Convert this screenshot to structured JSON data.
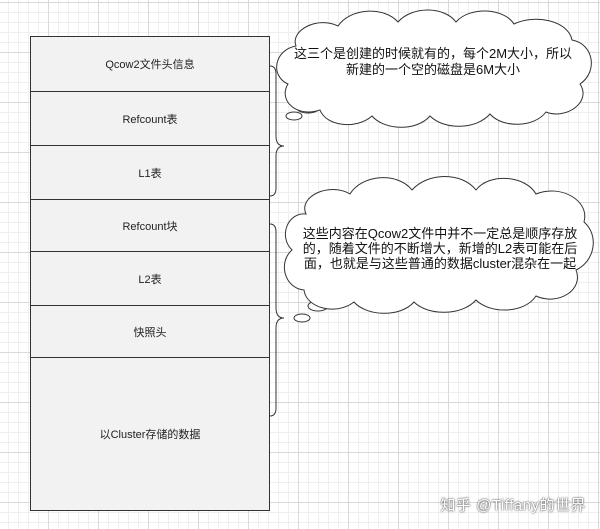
{
  "blocks": [
    {
      "label": "Qcow2文件头信息",
      "h": 54
    },
    {
      "label": "Refcount表",
      "h": 54
    },
    {
      "label": "L1表",
      "h": 54
    },
    {
      "label": "Refcount块",
      "h": 52
    },
    {
      "label": "L2表",
      "h": 54
    },
    {
      "label": "快照头",
      "h": 52
    },
    {
      "label": "以Cluster存储的数据",
      "h": 153
    }
  ],
  "notes": {
    "top": "这三个是创建的时候就有的，每个2M大小，所以新建的一个空的磁盘是6M大小",
    "bottom": "这些内容在Qcow2文件中并不一定总是顺序存放的，随着文件的不断增大，新增的L2表可能在后面，也就是与这些普通的数据cluster混杂在一起"
  },
  "watermark": "知乎 @Tiffany的世界"
}
